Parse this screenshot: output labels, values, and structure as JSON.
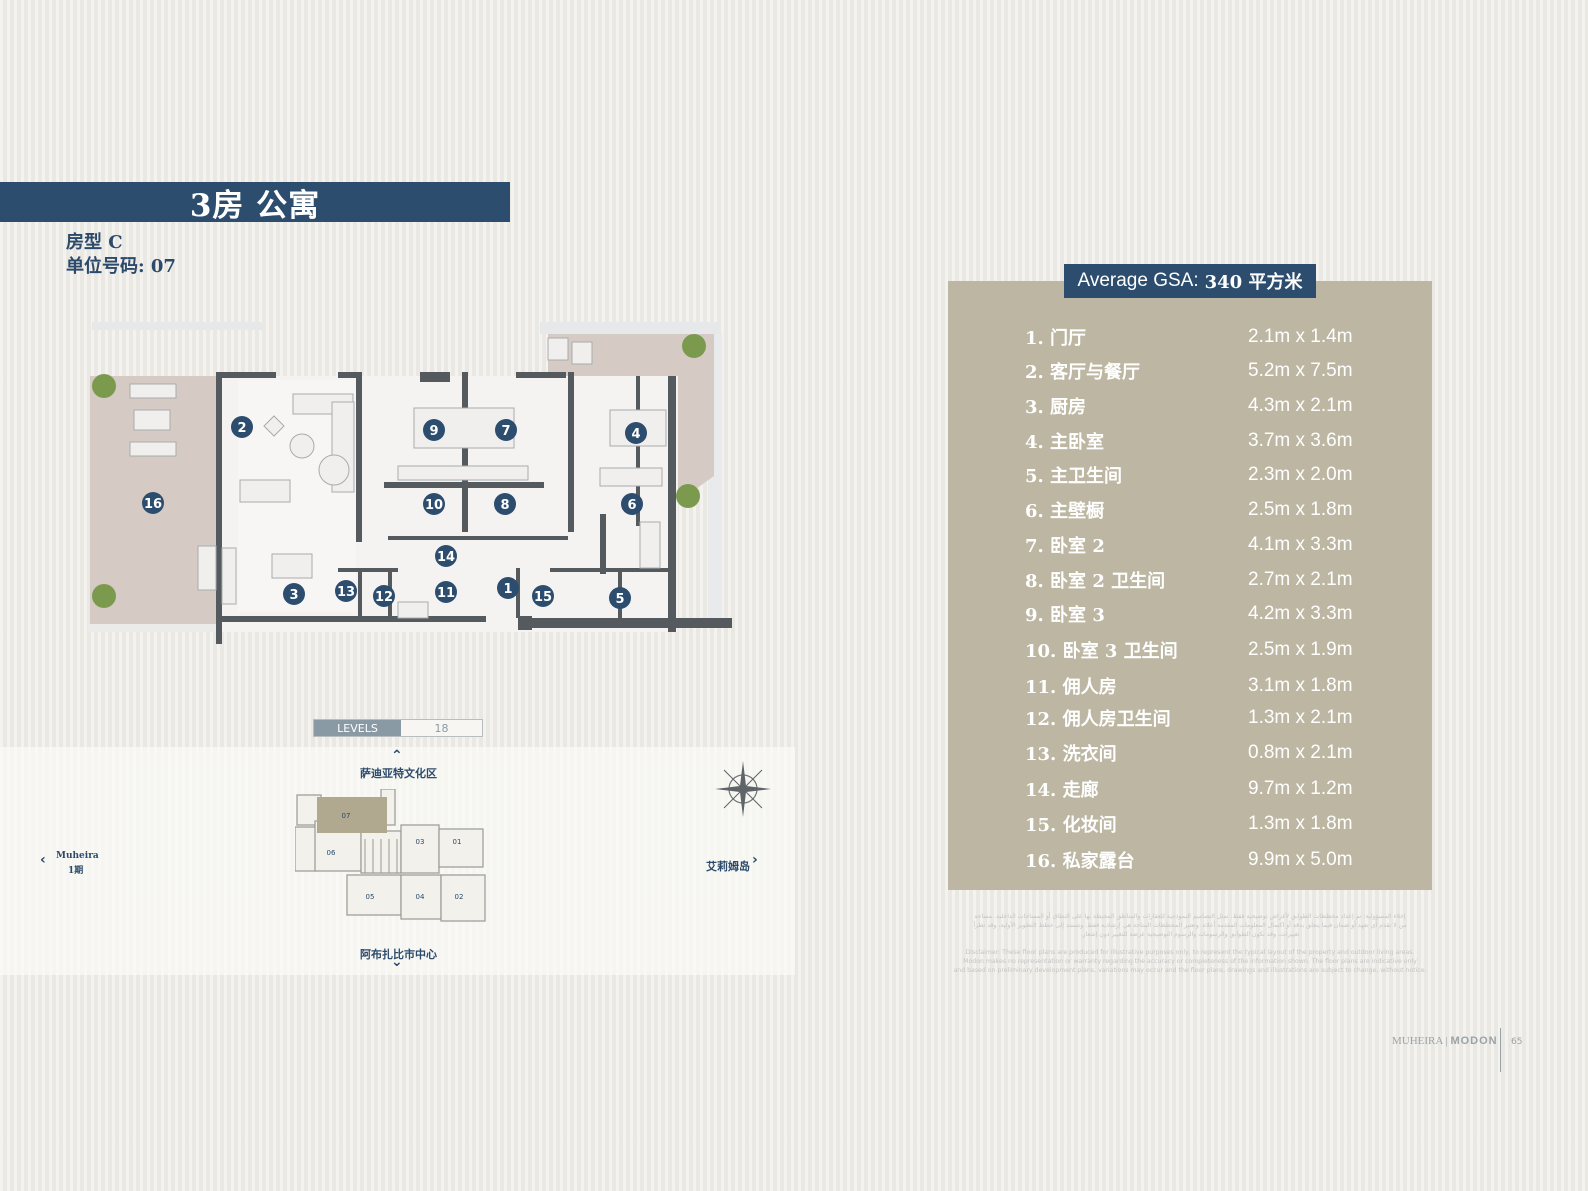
{
  "header": {
    "title": "3房 公寓",
    "unit_type": "房型 C",
    "unit_number": "单位号码: 07"
  },
  "floor_plan": {
    "markers": [
      "1",
      "2",
      "3",
      "4",
      "5",
      "6",
      "7",
      "8",
      "9",
      "10",
      "11",
      "12",
      "13",
      "14",
      "15",
      "16"
    ],
    "colors": {
      "marker": "#2c4d6e",
      "terrace": "#d6cbc4",
      "interior": "#f4f3f1",
      "wall": "#555a5e"
    }
  },
  "levels": {
    "label": "LEVELS",
    "value": "18"
  },
  "site_plan": {
    "north": "萨迪亚特文化区",
    "south": "阿布扎比市中心",
    "east": "艾莉姆岛",
    "west_line1": "Muheira",
    "west_line2": "1期",
    "units": [
      "07",
      "06",
      "03",
      "01",
      "05",
      "04",
      "02"
    ],
    "compass_icon": "compass-rose-icon"
  },
  "gsa": {
    "label": "Average GSA:",
    "value": "340 平方米"
  },
  "rooms": [
    {
      "name": "1. 门厅",
      "dim": "2.1m x 1.4m"
    },
    {
      "name": "2. 客厅与餐厅",
      "dim": "5.2m x 7.5m"
    },
    {
      "name": "3. 厨房",
      "dim": "4.3m x 2.1m"
    },
    {
      "name": "4. 主卧室",
      "dim": "3.7m x 3.6m"
    },
    {
      "name": "5. 主卫生间",
      "dim": "2.3m x 2.0m"
    },
    {
      "name": "6. 主壁橱",
      "dim": "2.5m x 1.8m"
    },
    {
      "name": "7. 卧室 2",
      "dim": "4.1m x 3.3m"
    },
    {
      "name": "8. 卧室 2 卫生间",
      "dim": "2.7m x 2.1m"
    },
    {
      "name": "9. 卧室 3",
      "dim": "4.2m x 3.3m"
    },
    {
      "name": "10. 卧室 3 卫生间",
      "dim": "2.5m x 1.9m"
    },
    {
      "name": "11. 佣人房",
      "dim": "3.1m x 1.8m"
    },
    {
      "name": "12. 佣人房卫生间",
      "dim": "1.3m x 2.1m"
    },
    {
      "name": "13. 洗衣间",
      "dim": "0.8m x 2.1m"
    },
    {
      "name": "14. 走廊",
      "dim": "9.7m x 1.2m"
    },
    {
      "name": "15. 化妆间",
      "dim": "1.3m x 1.8m"
    },
    {
      "name": "16. 私家露台",
      "dim": "9.9m x 5.0m"
    }
  ],
  "disclaimer": {
    "arabic_1": "إخلاء المسؤولية: تم إعداد مخططات الطوابق لأغراض توضيحية فقط. تمثل التصاميم النموذجية للعقارات والمناطق المحيطة بها على النطاق أو المساحات الداخلية. مساحة",
    "arabic_2": "من لا تقدم أي تعهد أو ضمان فيما يتعلق بدقة أو اكتمال المعلومات المقدمة أعلاه. وتعتبر المخططات المتاحة هي إرشادية فقط. وتستند إلى خطط التطوير الأولية، وقد تطرأ",
    "arabic_3": "تغييرات، وقد تكون الطوابق والرسومات والرسوم التوضيحية عرضة للتغيير دون إشعار.",
    "english_1": "Disclaimer: These floor plans are produced for illustrative purposes only, to represent the typical layout of the property and outdoor living areas.",
    "english_2": "Modon makes no representation or warranty regarding the accuracy or completeness of the information shown. The floor plans are indicative only",
    "english_3": "and based on preliminary development plans, variations may occur and the floor plans, drawings and illustrations are subject to change, without notice."
  },
  "footer": {
    "brand_1": "MUHEIRA",
    "separator": "|",
    "brand_2": "MODON",
    "page": "65"
  }
}
